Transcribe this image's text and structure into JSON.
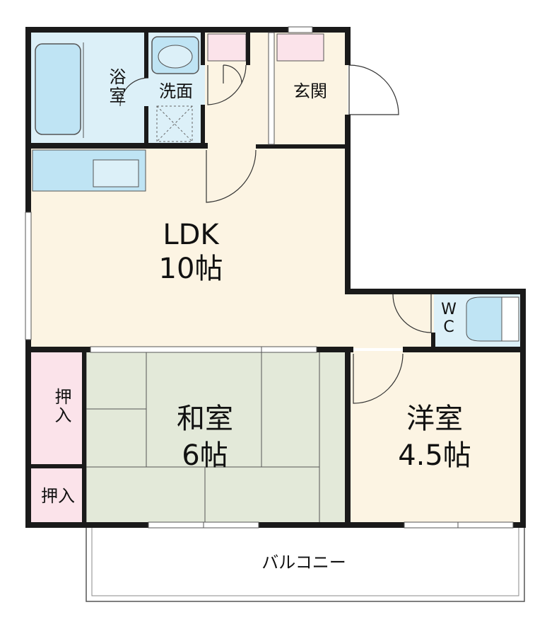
{
  "rooms": {
    "bath": "浴室",
    "washroom": "洗面",
    "entrance": "玄関",
    "ldk_name": "LDK",
    "ldk_size": "10帖",
    "wc": "WC",
    "washitsu_name": "和室",
    "washitsu_size": "6帖",
    "youshitsu_name": "洋室",
    "youshitsu_size": "4.5帖",
    "closet_upper": "押入",
    "closet_lower": "押入",
    "balcony": "バルコニー"
  },
  "colors": {
    "wall": "#1a1a1a",
    "floor_wood": "#fcf4e3",
    "tatami": "#e3e9d9",
    "wet_area": "#dcf0f8",
    "fixture": "#bfe4f4",
    "closet": "#fbe3ea",
    "window": "#ffffff"
  }
}
